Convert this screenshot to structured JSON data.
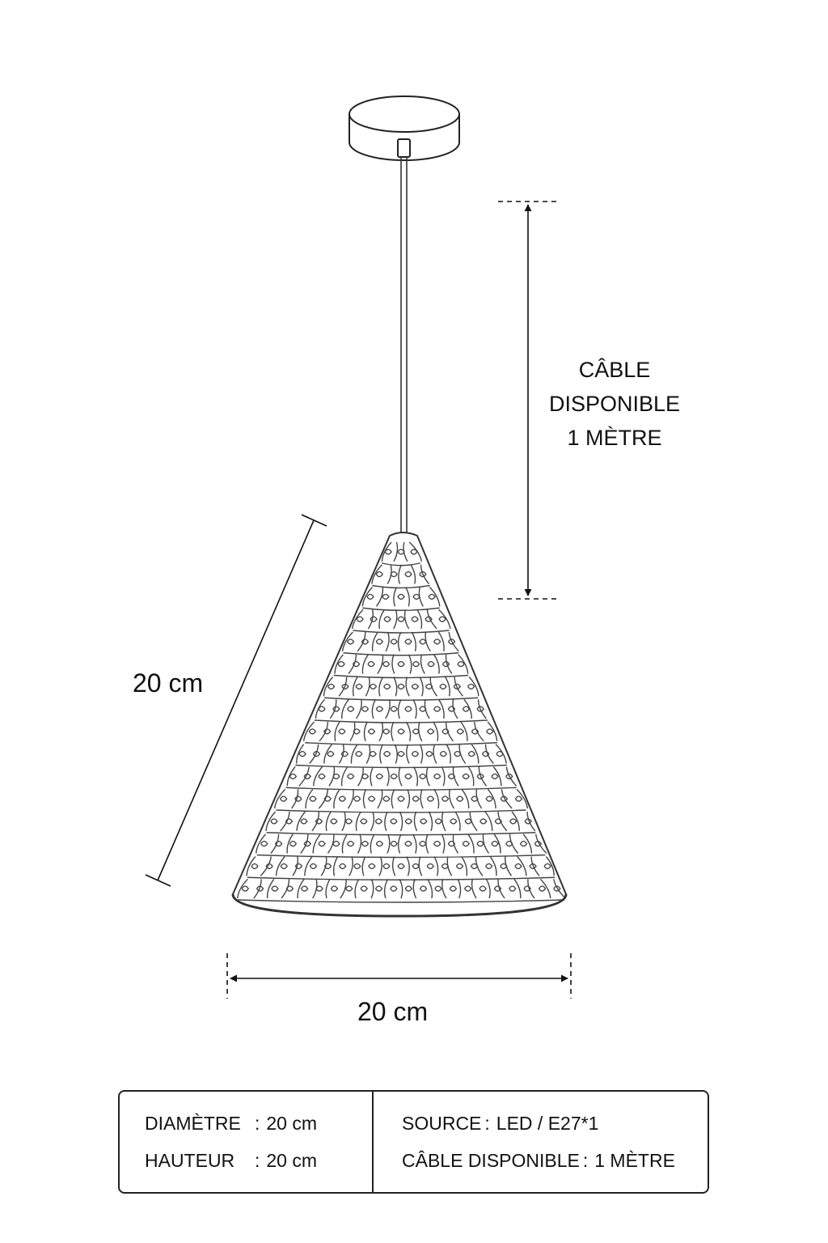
{
  "dimensions": {
    "cable_label": [
      "CÂBLE",
      "DISPONIBLE",
      "1 MÈTRE"
    ],
    "height_label": "20 cm",
    "width_label": "20 cm"
  },
  "specs": {
    "left": [
      {
        "key": "DIAMÈTRE",
        "sep": ":",
        "value": "20 cm"
      },
      {
        "key": "HAUTEUR",
        "sep": ":",
        "value": "20 cm"
      }
    ],
    "right": [
      {
        "key": "SOURCE",
        "sep": ":",
        "value": "LED / E27*1"
      },
      {
        "key": "CÂBLE DISPONIBLE",
        "sep": ":",
        "value": "1 MÈTRE"
      }
    ]
  },
  "colors": {
    "line": "#222222",
    "background": "#ffffff"
  }
}
